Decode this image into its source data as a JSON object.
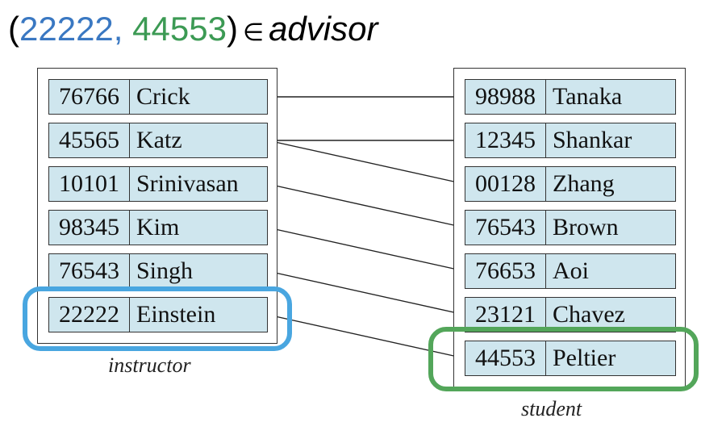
{
  "title": {
    "open_paren": "(",
    "first": "22222",
    "comma": ",",
    "second": "44553",
    "close_paren": ")",
    "element_of": "∈",
    "relation": "advisor",
    "first_color": "#3a78c2",
    "second_color": "#3c9a54"
  },
  "instructor": {
    "caption": "instructor",
    "rows": [
      {
        "id": "76766",
        "name": "Crick"
      },
      {
        "id": "45565",
        "name": "Katz"
      },
      {
        "id": "10101",
        "name": "Srinivasan"
      },
      {
        "id": "98345",
        "name": "Kim"
      },
      {
        "id": "76543",
        "name": "Singh"
      },
      {
        "id": "22222",
        "name": "Einstein"
      }
    ]
  },
  "student": {
    "caption": "student",
    "rows": [
      {
        "id": "98988",
        "name": "Tanaka"
      },
      {
        "id": "12345",
        "name": "Shankar"
      },
      {
        "id": "00128",
        "name": "Zhang"
      },
      {
        "id": "76543",
        "name": "Brown"
      },
      {
        "id": "76653",
        "name": "Aoi"
      },
      {
        "id": "23121",
        "name": "Chavez"
      },
      {
        "id": "44553",
        "name": "Peltier"
      }
    ]
  },
  "links": [
    {
      "from": 0,
      "to": 0
    },
    {
      "from": 1,
      "to": 1
    },
    {
      "from": 1,
      "to": 2
    },
    {
      "from": 2,
      "to": 3
    },
    {
      "from": 3,
      "to": 4
    },
    {
      "from": 4,
      "to": 5
    },
    {
      "from": 5,
      "to": 6
    }
  ],
  "highlights": {
    "instructor_row": 5,
    "student_row": 6,
    "instructor_color": "#49a6e0",
    "student_color": "#53a65a"
  }
}
